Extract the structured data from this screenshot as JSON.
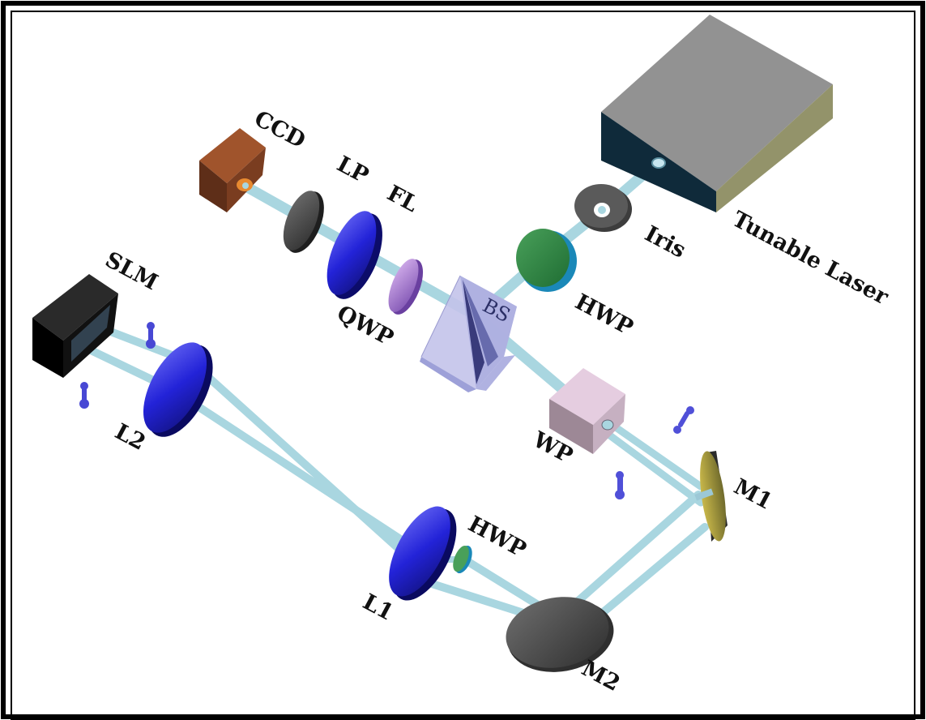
{
  "diagram": {
    "labels": {
      "ccd": "CCD",
      "lp": "LP",
      "fl": "FL",
      "qwp": "QWP",
      "bs": "BS",
      "hwp_top": "HWP",
      "iris": "Iris",
      "laser": "Tunable Laser",
      "slm": "SLM",
      "l2": "L2",
      "wp": "WP",
      "m1": "M1",
      "hwp_bottom": "HWP",
      "l1": "L1",
      "m2": "M2"
    },
    "colors": {
      "beam": "#a9d6e0",
      "lens": "#2a2ad0",
      "frame": "#000000"
    }
  }
}
